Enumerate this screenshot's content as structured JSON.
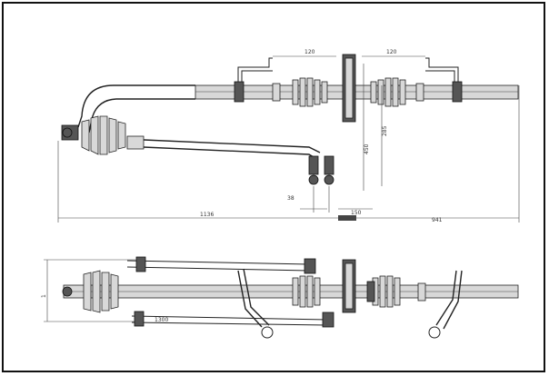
{
  "dimensions": {
    "top_left_offset": "120",
    "top_right_offset": "120",
    "left_length": "1136",
    "right_length": "941",
    "vertical_dim": "450",
    "vertical_dim_2": "285",
    "bottom_small_left": "38",
    "bottom_small_right": "150",
    "side_height": "1",
    "bottom_gear_label": "1300"
  }
}
